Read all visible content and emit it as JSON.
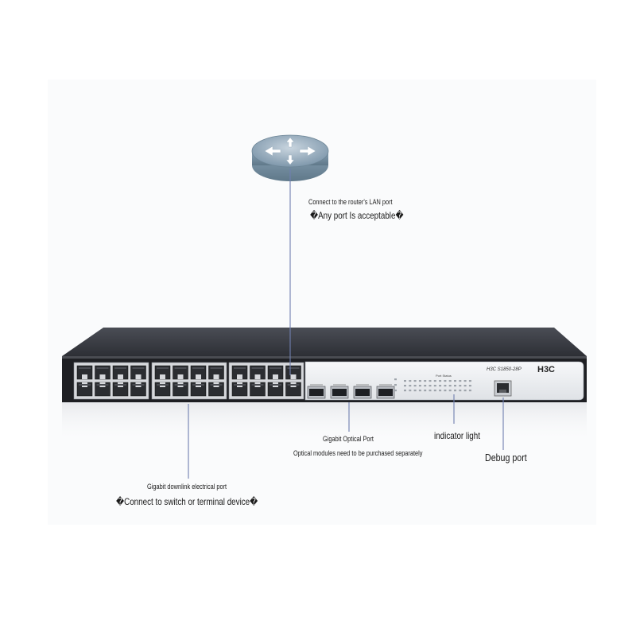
{
  "router": {
    "label_line1": "Connect to the router's LAN port",
    "label_line2": "�Any port Is acceptable�"
  },
  "switch": {
    "brand": "H3C",
    "model": "H3C  S1850-28P",
    "led_header": "Port Status"
  },
  "callouts": {
    "optical_title": "Gigabit Optical Port",
    "optical_note": "Optical modules need to be purchased separately",
    "indicator": "indicator light",
    "debug": "Debug port",
    "electrical_title": "Gigabit downlink electrical port",
    "electrical_note": "�Connect to switch or terminal device�"
  },
  "colors": {
    "line": "#6f7fb0",
    "chassis_top": "#3a3d44",
    "chassis_front": "#1f2024",
    "panel": "#eceef1",
    "router": "#8aa3b7"
  },
  "counts": {
    "rj45_ports": 24,
    "sfp_ports": 4
  }
}
